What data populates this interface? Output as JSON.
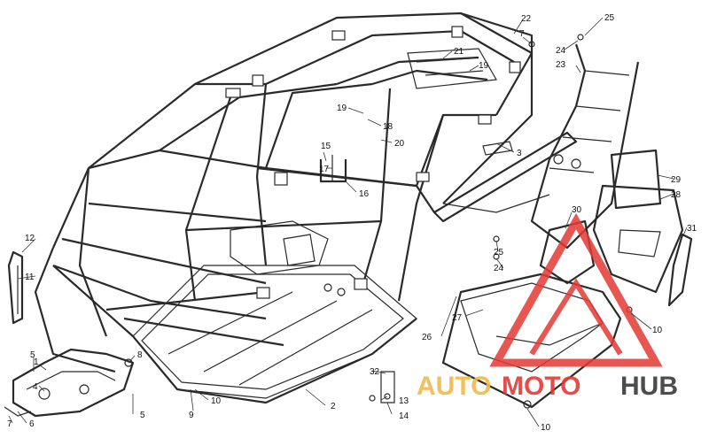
{
  "callouts": [
    {
      "id": "c1",
      "label": "1"
    },
    {
      "id": "c2",
      "label": "2"
    },
    {
      "id": "c3",
      "label": "3"
    },
    {
      "id": "c4",
      "label": "4"
    },
    {
      "id": "c5a",
      "label": "5"
    },
    {
      "id": "c5b",
      "label": "5"
    },
    {
      "id": "c6",
      "label": "6"
    },
    {
      "id": "c7a",
      "label": "7"
    },
    {
      "id": "c7b",
      "label": "7"
    },
    {
      "id": "c8",
      "label": "8"
    },
    {
      "id": "c9",
      "label": "9"
    },
    {
      "id": "c10a",
      "label": "10"
    },
    {
      "id": "c10b",
      "label": "10"
    },
    {
      "id": "c10c",
      "label": "10"
    },
    {
      "id": "c11",
      "label": "11"
    },
    {
      "id": "c12",
      "label": "12"
    },
    {
      "id": "c13",
      "label": "13"
    },
    {
      "id": "c14",
      "label": "14"
    },
    {
      "id": "c15",
      "label": "15"
    },
    {
      "id": "c16",
      "label": "16"
    },
    {
      "id": "c17",
      "label": "17"
    },
    {
      "id": "c18",
      "label": "18"
    },
    {
      "id": "c19a",
      "label": "19"
    },
    {
      "id": "c19b",
      "label": "19"
    },
    {
      "id": "c20",
      "label": "20"
    },
    {
      "id": "c21",
      "label": "21"
    },
    {
      "id": "c22",
      "label": "22"
    },
    {
      "id": "c23",
      "label": "23"
    },
    {
      "id": "c24a",
      "label": "24"
    },
    {
      "id": "c24b",
      "label": "24"
    },
    {
      "id": "c25a",
      "label": "25"
    },
    {
      "id": "c25b",
      "label": "25"
    },
    {
      "id": "c26",
      "label": "26"
    },
    {
      "id": "c27",
      "label": "27"
    },
    {
      "id": "c28",
      "label": "28"
    },
    {
      "id": "c29",
      "label": "29"
    },
    {
      "id": "c30",
      "label": "30"
    },
    {
      "id": "c31",
      "label": "31"
    },
    {
      "id": "c32",
      "label": "32"
    }
  ],
  "watermark": {
    "part1": "AUTO",
    "part2": "MOTO",
    "part3": "HUB",
    "color_gold": "#f2b84b",
    "color_red": "#e53935",
    "color_dark": "#3a3a3a"
  }
}
